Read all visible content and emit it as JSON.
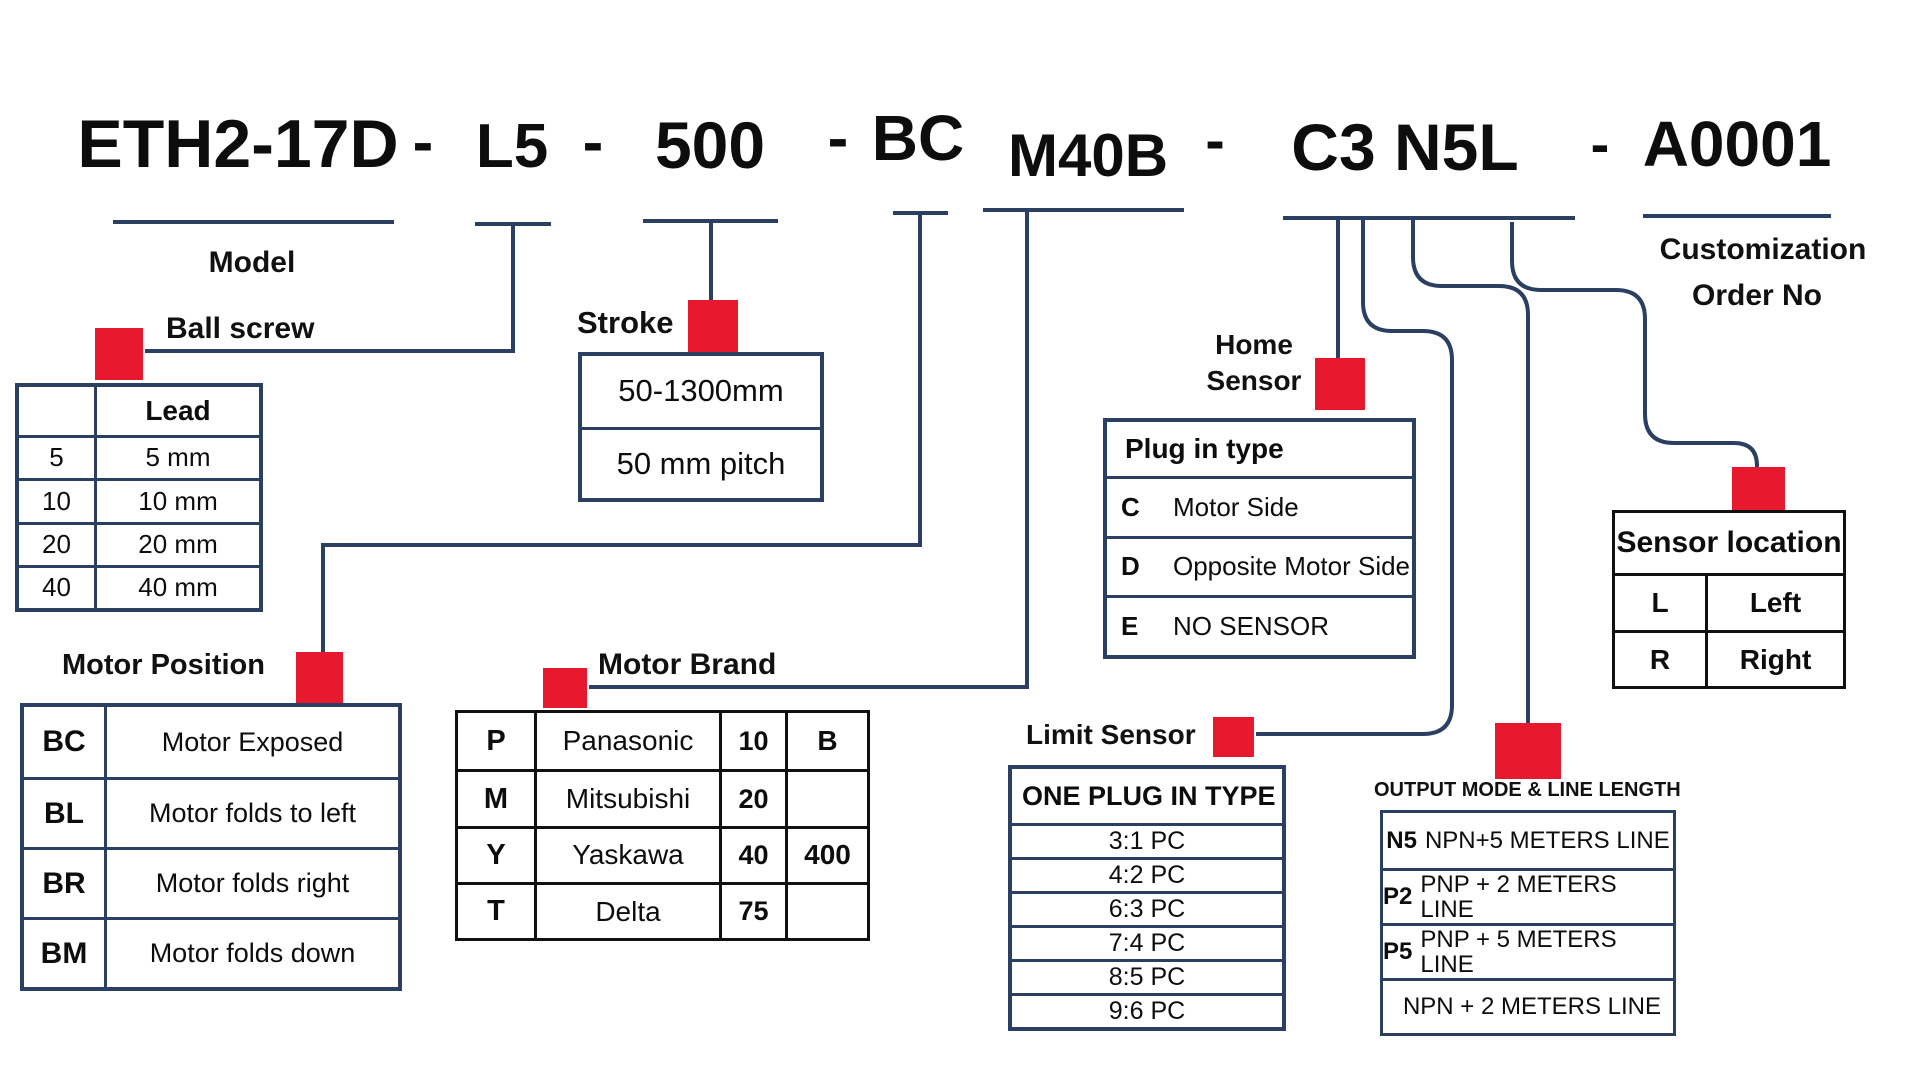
{
  "code": {
    "model": "ETH2-17D",
    "dash": "-",
    "ball_screw": "L5",
    "stroke": "500",
    "motor_position": "BC",
    "motor_brand": "M40B",
    "sensor_code": "C3 N5L",
    "order_no": "A0001"
  },
  "labels": {
    "model": "Model",
    "ball_screw": "Ball screw",
    "stroke": "Stroke",
    "motor_position": "Motor Position",
    "motor_brand": "Motor Brand",
    "home_sensor_line1": "Home",
    "home_sensor_line2": "Sensor",
    "limit_sensor": "Limit Sensor",
    "output_mode": "OUTPUT MODE & LINE LENGTH",
    "customization_line1": "Customization",
    "customization_line2": "Order No"
  },
  "lead_table": {
    "header": "Lead",
    "rows": [
      [
        "5",
        "5 mm"
      ],
      [
        "10",
        "10 mm"
      ],
      [
        "20",
        "20 mm"
      ],
      [
        "40",
        "40 mm"
      ]
    ]
  },
  "stroke_box": {
    "rows": [
      "50-1300mm",
      "50 mm pitch"
    ]
  },
  "motor_position_table": {
    "rows": [
      [
        "BC",
        "Motor Exposed"
      ],
      [
        "BL",
        "Motor folds to left"
      ],
      [
        "BR",
        "Motor folds right"
      ],
      [
        "BM",
        "Motor folds down"
      ]
    ]
  },
  "motor_brand_table": {
    "rows": [
      [
        "P",
        "Panasonic",
        "10",
        "B"
      ],
      [
        "M",
        "Mitsubishi",
        "20",
        ""
      ],
      [
        "Y",
        "Yaskawa",
        "40",
        "400"
      ],
      [
        "T",
        "Delta",
        "75",
        ""
      ]
    ]
  },
  "plug_in_table": {
    "header": "Plug in type",
    "rows": [
      [
        "C",
        "Motor Side"
      ],
      [
        "D",
        "Opposite Motor Side"
      ],
      [
        "E",
        "NO SENSOR"
      ]
    ]
  },
  "limit_sensor_table": {
    "header": "ONE PLUG IN TYPE",
    "rows": [
      "3:1 PC",
      "4:2 PC",
      "6:3 PC",
      "7:4 PC",
      "8:5 PC",
      "9:6 PC"
    ]
  },
  "output_mode_table": {
    "rows": [
      {
        "code": "N5",
        "desc": "NPN+5 METERS LINE"
      },
      {
        "code": "P2",
        "desc": "PNP + 2 METERS LINE"
      },
      {
        "code": "P5",
        "desc": "PNP + 5 METERS LINE"
      },
      {
        "code": "",
        "desc": "NPN + 2 METERS LINE"
      }
    ]
  },
  "sensor_location_table": {
    "header": "Sensor location",
    "rows": [
      [
        "L",
        "Left"
      ],
      [
        "R",
        "Right"
      ]
    ]
  },
  "colors": {
    "line_navy": "#2b3f63",
    "marker_red": "#e8192e",
    "table_black": "#101010"
  }
}
